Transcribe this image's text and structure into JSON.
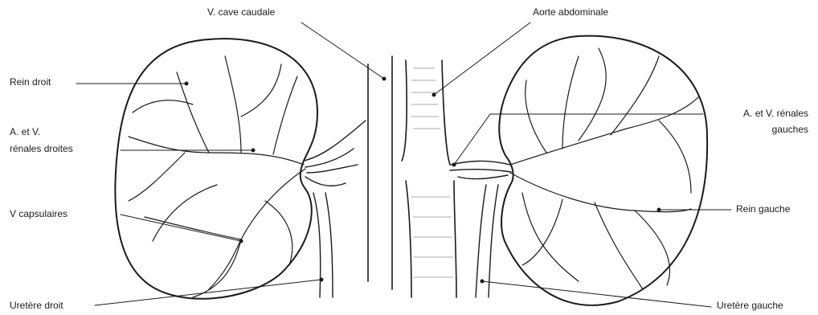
{
  "labels": {
    "v_cave_caudale": "V. cave caudale",
    "aorte_abdominale": "Aorte abdominale",
    "rein_droit": "Rein droit",
    "av_renales_droites_line1": "A. et V.",
    "av_renales_droites_line2": "rénales droites",
    "v_capsulaires": "V  capsulaires",
    "uretere_droit": "Uretère droit",
    "av_renales_gauches_line1": "A. et V. rénales",
    "av_renales_gauches_line2": "gauches",
    "rein_gauche": "Rein gauche",
    "uretere_gauche": "Uretère gauche"
  },
  "colors": {
    "ink": "#1a1a1a",
    "paper": "#ffffff"
  }
}
